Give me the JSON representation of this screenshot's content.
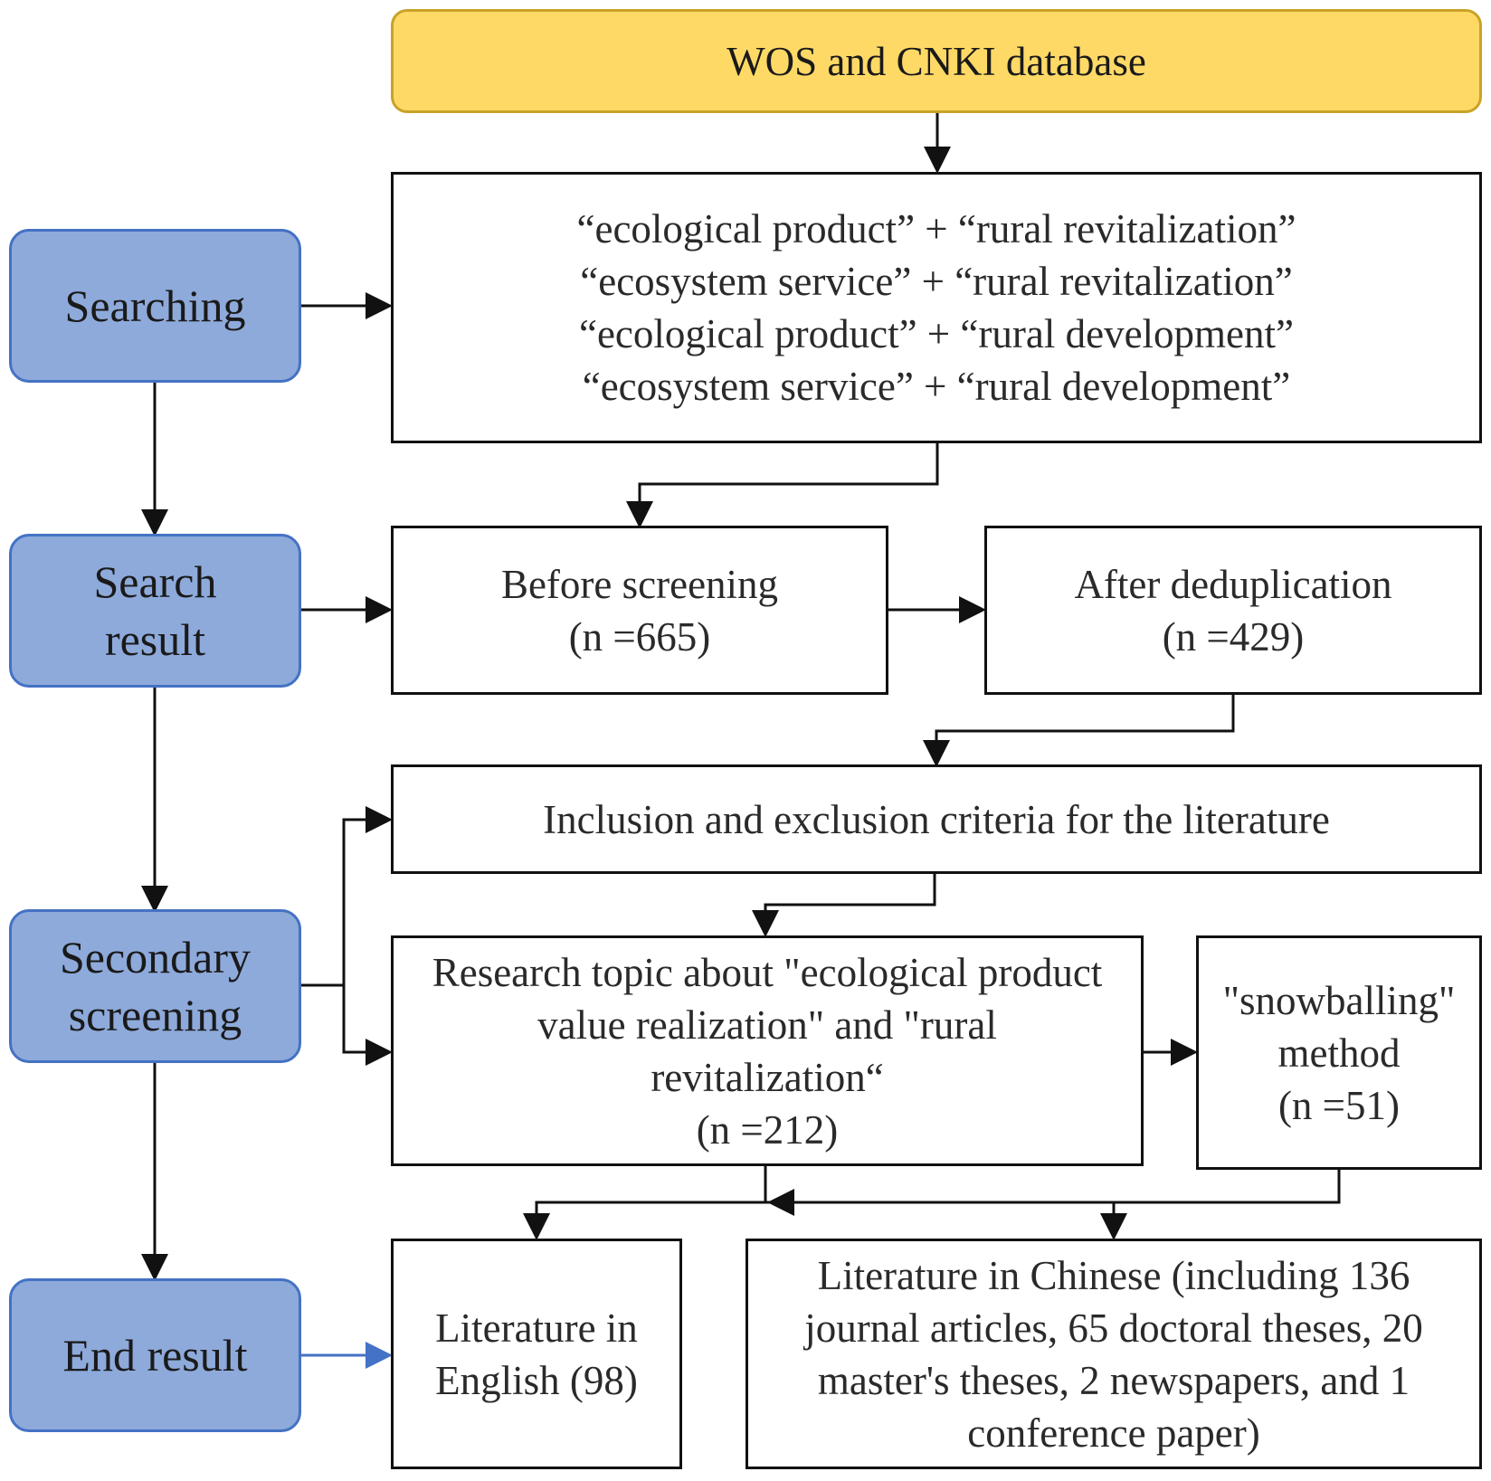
{
  "stages": {
    "searching": [
      "Searching"
    ],
    "search_result": [
      "Search",
      "result"
    ],
    "secondary_screening": [
      "Secondary",
      "screening"
    ],
    "end_result": [
      "End result"
    ]
  },
  "database": "WOS and CNKI database",
  "search_terms": [
    "“ecological product” + “rural revitalization”",
    "“ecosystem service” + “rural revitalization”",
    "“ecological product” + “rural development”",
    "“ecosystem service” + “rural development”"
  ],
  "before_screening": [
    "Before screening",
    "(n =665)"
  ],
  "after_deduplication": [
    "After deduplication",
    "(n =429)"
  ],
  "criteria": "Inclusion and exclusion criteria for the literature",
  "research_topic": [
    "Research topic about \"ecological product",
    "value realization\" and \"rural",
    "revitalization“",
    "(n =212)"
  ],
  "snowballing": [
    "\"snowballing\"",
    "method",
    "(n =51)"
  ],
  "english": [
    "Literature in",
    "English (98)"
  ],
  "chinese": [
    "Literature in Chinese (including 136",
    "journal articles, 65 doctoral theses, 20",
    "master's theses, 2 newspapers, and 1",
    "conference paper)"
  ]
}
